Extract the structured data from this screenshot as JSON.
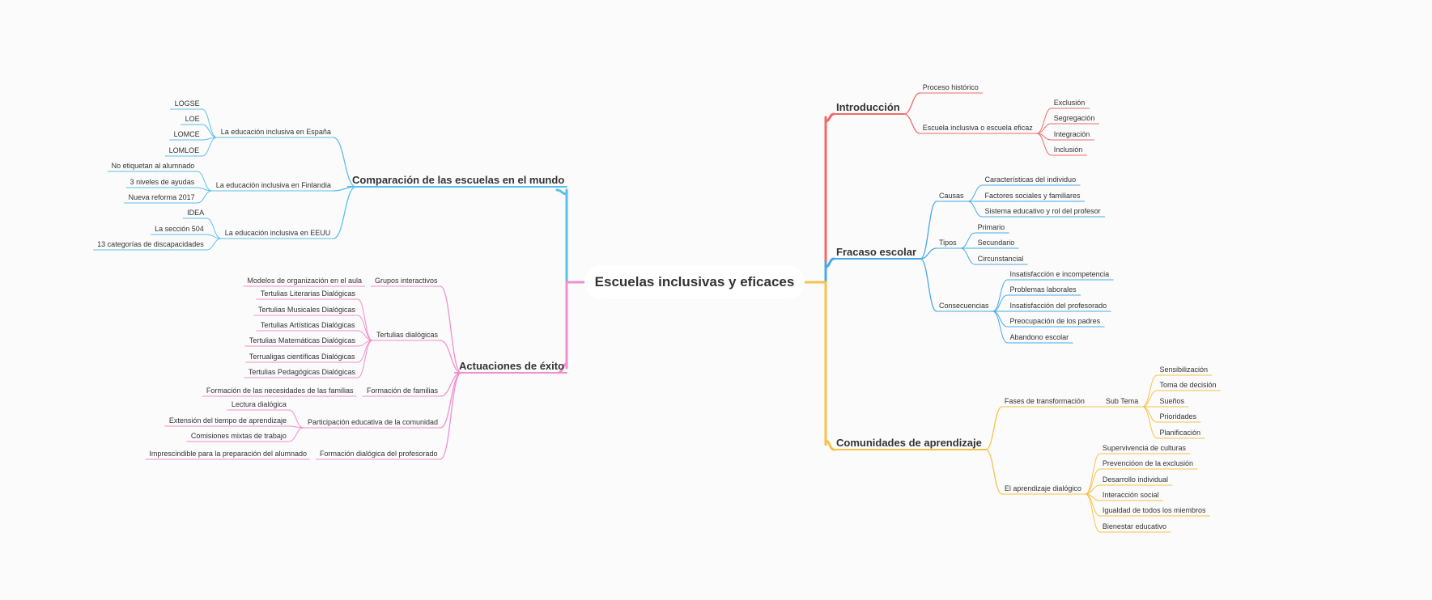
{
  "root": "Escuelas inclusivas y eficaces",
  "colors": {
    "blue": "#5bc0eb",
    "pink": "#f08fd0",
    "red": "#f06a6a",
    "yellow": "#f7c24b",
    "blue_right": "#4aa8e8"
  },
  "branches": {
    "comparacion": {
      "title": "Comparación de las escuelas en el mundo",
      "espana": {
        "label": "La educación inclusiva en España",
        "items": [
          "LOGSE",
          "LOE",
          "LOMCE",
          "LOMLOE"
        ]
      },
      "finlandia": {
        "label": "La educación inclusiva en Finlandia",
        "items": [
          "No etiquetan al alumnado",
          "3 niveles de ayudas",
          "Nueva reforma 2017"
        ]
      },
      "eeuu": {
        "label": "La educación inclusiva en EEUU",
        "items": [
          "IDEA",
          "La sección 504",
          "13 categorías de discapacidades"
        ]
      }
    },
    "actuaciones": {
      "title": "Actuaciones de éxito",
      "grupos": {
        "label": "Grupos interactivos",
        "items": [
          "Modelos de organización en el aula"
        ]
      },
      "tertulias": {
        "label": "Tertulias dialógicas",
        "items": [
          "Tertulias Literarias Dialógicas",
          "Tertulias Musicales Dialógicas",
          "Tertulias Artísticas Dialógicas",
          "Tertulias Matemáticas Dialógicas",
          "Terrualigas científicas Dialógicas",
          "Tertulias Pedagógicas Dialógicas"
        ]
      },
      "familias": {
        "label": "Formación de familias",
        "items": [
          "Formación de las necesidades de las familias"
        ]
      },
      "participacion": {
        "label": "Participación educativa de la comunidad",
        "items": [
          "Lectura dialógica",
          "Extensión del tiempo de aprendizaje",
          "Comisiones mixtas de trabajo"
        ]
      },
      "profesorado": {
        "label": "Formación dialógica del profesorado",
        "items": [
          "Imprescindible para la preparación del alumnado"
        ]
      }
    },
    "introduccion": {
      "title": "Introducción",
      "proceso": {
        "label": "Proceso histórico"
      },
      "escuela": {
        "label": "Escuela inclusiva o escuela eficaz",
        "items": [
          "Exclusión",
          "Segregación",
          "Integración",
          "Inclusión"
        ]
      }
    },
    "fracaso": {
      "title": "Fracaso escolar",
      "causas": {
        "label": "Causas",
        "items": [
          "Características del individuo",
          "Factores sociales y familiares",
          "Sistema educativo y rol del profesor"
        ]
      },
      "tipos": {
        "label": "Tipos",
        "items": [
          "Primario",
          "Secundario",
          "Circunstancial"
        ]
      },
      "consecuencias": {
        "label": "Consecuencias",
        "items": [
          "Insatisfacción e incompetencia",
          "Problemas laborales",
          "Insatisfacción del profesorado",
          "Preocupación de los padres",
          "Abandono escolar"
        ]
      }
    },
    "comunidades": {
      "title": "Comunidades de aprendizaje",
      "fases": {
        "label": "Fases de transformación",
        "sub": "Sub Tema",
        "items": [
          "Sensibilización",
          "Toma de decisión",
          "Sueños",
          "Prioridades",
          "Planificación"
        ]
      },
      "dialogico": {
        "label": "El aprendizaje dialógico",
        "items": [
          "Supervivencia de culturas",
          "Prevencióon de la exclusión",
          "Desarrollo individual",
          "Interacción social",
          "Igualdad de todos los miembros",
          "Bienestar educativo"
        ]
      }
    }
  }
}
